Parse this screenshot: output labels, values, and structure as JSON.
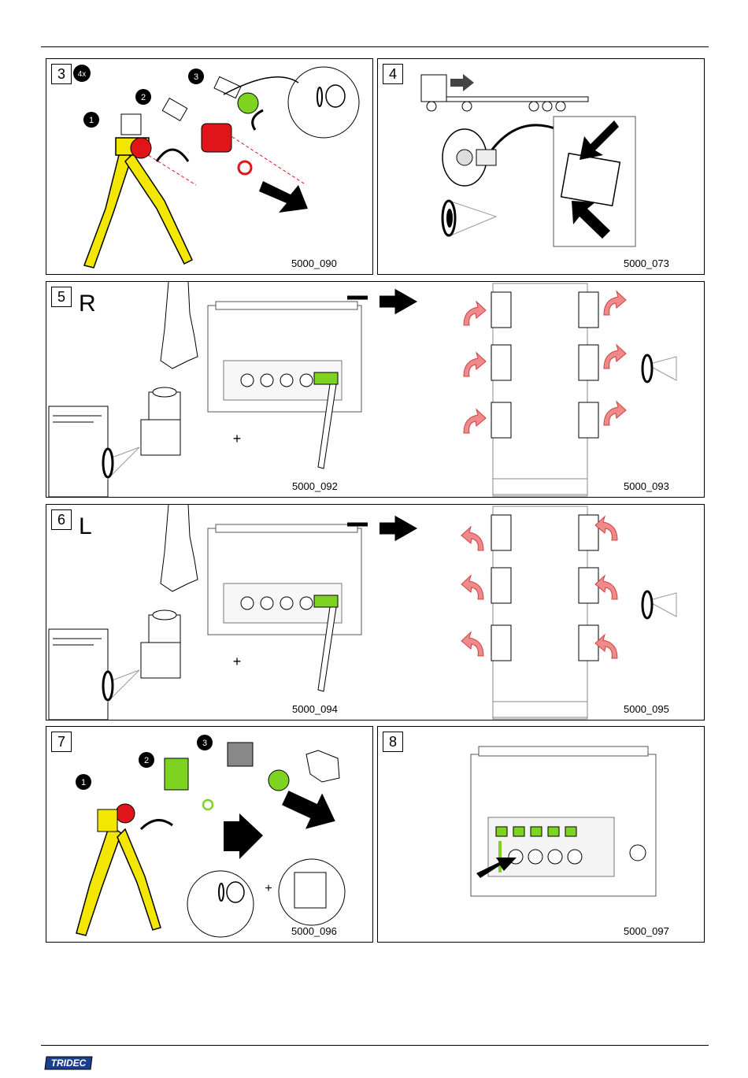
{
  "panels": [
    {
      "step": "3",
      "badge": "4x",
      "parts": [
        "1",
        "2",
        "3"
      ],
      "code": "5000_090"
    },
    {
      "step": "4",
      "code": "5000_073"
    },
    {
      "step": "5",
      "letter": "R",
      "plus": "+",
      "code_left": "5000_092",
      "code_right": "5000_093"
    },
    {
      "step": "6",
      "letter": "L",
      "plus": "+",
      "code_left": "5000_094",
      "code_right": "5000_095"
    },
    {
      "step": "7",
      "parts": [
        "1",
        "2",
        "3"
      ],
      "plus": "+",
      "code": "5000_096"
    },
    {
      "step": "8",
      "code": "5000_097"
    }
  ],
  "footer": {
    "logo": "TRIDEC"
  },
  "colors": {
    "yellow": "#f3e600",
    "red": "#e0151a",
    "green": "#7ed321",
    "pink": "#f08a8a",
    "gray": "#777777"
  },
  "icons": [
    "pliers-icon",
    "arrow-icon",
    "eye-icon",
    "truck-icon",
    "hand-icon",
    "valve-block-icon",
    "wrench-icon"
  ]
}
